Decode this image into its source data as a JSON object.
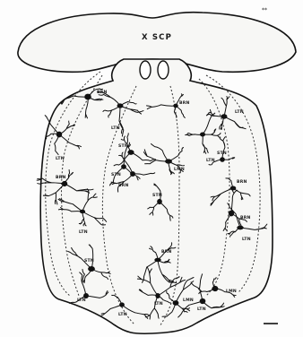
{
  "figure": {
    "top_label": "X SCP",
    "page_mark": "**"
  },
  "neurons": [
    {
      "type": "BRN",
      "label": "BRN"
    },
    {
      "type": "LTN",
      "label": "LTN"
    },
    {
      "type": "LTN",
      "label": "LTN"
    },
    {
      "type": "LTN",
      "label": "LTN"
    },
    {
      "type": "BRN",
      "label": "BRN"
    },
    {
      "type": "STN",
      "label": "STN"
    },
    {
      "type": "LMN",
      "label": "LMN"
    },
    {
      "type": "BRN",
      "label": "BRN"
    },
    {
      "type": "STN",
      "label": "STN"
    },
    {
      "type": "LTN",
      "label": "LTN"
    },
    {
      "type": "BRN",
      "label": "BRN"
    },
    {
      "type": "LTN",
      "label": "LTN"
    },
    {
      "type": "STN",
      "label": "STN"
    },
    {
      "type": "LTN",
      "label": "LTN"
    },
    {
      "type": "STN",
      "label": "STN"
    },
    {
      "type": "BRN",
      "label": "BRN"
    },
    {
      "type": "BRN",
      "label": "BRN"
    },
    {
      "type": "LMN",
      "label": "LMN"
    },
    {
      "type": "STN",
      "label": "STN"
    },
    {
      "type": "LTN",
      "label": "LTN"
    },
    {
      "type": "BRN",
      "label": "BRN"
    },
    {
      "type": "LTN",
      "label": "LTN"
    },
    {
      "type": "LTN",
      "label": "LTN"
    },
    {
      "type": "LTN",
      "label": "LTN"
    },
    {
      "type": "LMN",
      "label": "LMN"
    }
  ]
}
